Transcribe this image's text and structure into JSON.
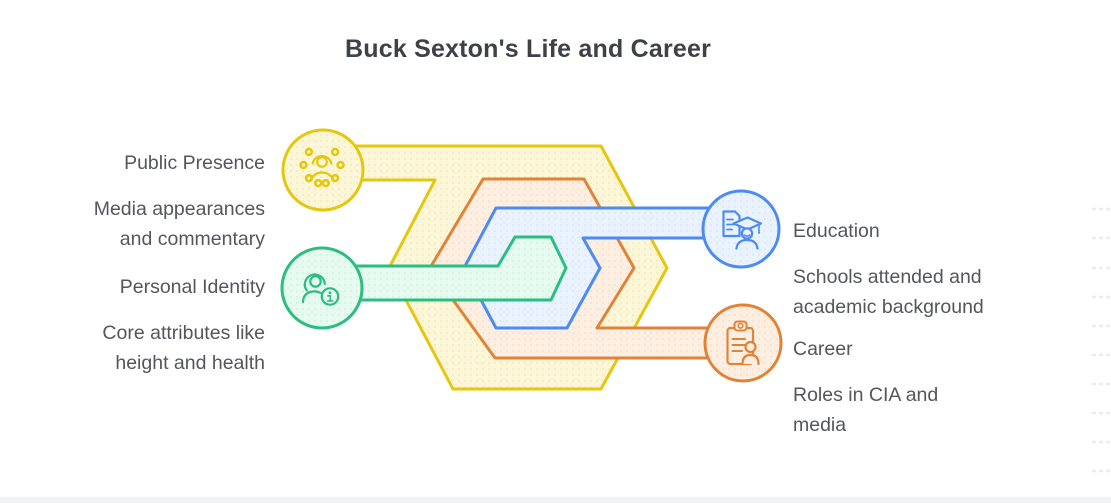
{
  "title": "Buck Sexton's Life and Career",
  "nodes": [
    {
      "id": "public-presence",
      "label": "Public Presence",
      "description": "Media appearances and commentary",
      "description_lines": [
        "Media appearances",
        "and commentary"
      ],
      "side": "left",
      "color": "yellow",
      "icon": "audience-icon"
    },
    {
      "id": "personal-identity",
      "label": "Personal Identity",
      "description": "Core attributes like height and health",
      "description_lines": [
        "Core attributes like",
        "height and health"
      ],
      "side": "left",
      "color": "green",
      "icon": "person-info-icon"
    },
    {
      "id": "education",
      "label": "Education",
      "description": "Schools attended and academic background",
      "description_lines": [
        "Schools attended and",
        "academic background"
      ],
      "side": "right",
      "color": "blue",
      "icon": "graduate-document-icon"
    },
    {
      "id": "career",
      "label": "Career",
      "description": "Roles in CIA and media",
      "description_lines": [
        "Roles in CIA and",
        "media"
      ],
      "side": "right",
      "color": "orange",
      "icon": "clipboard-person-icon"
    }
  ],
  "colors": {
    "yellow": {
      "stroke": "#e4c70e",
      "fill": "#fcf6d8",
      "dot": "#f2e6a8"
    },
    "orange": {
      "stroke": "#e08338",
      "fill": "#fcefe1",
      "dot": "#f6dcc0"
    },
    "blue": {
      "stroke": "#4d8bf0",
      "fill": "#e9f2fd",
      "dot": "#d4e4fa"
    },
    "green": {
      "stroke": "#2cbd82",
      "fill": "#e6faf0",
      "dot": "#c8f0dd"
    },
    "title_text": "#3e4247",
    "label_text": "#54565b",
    "ruled_line": "#ececec",
    "bottom_bar": "#f2f3f4"
  }
}
